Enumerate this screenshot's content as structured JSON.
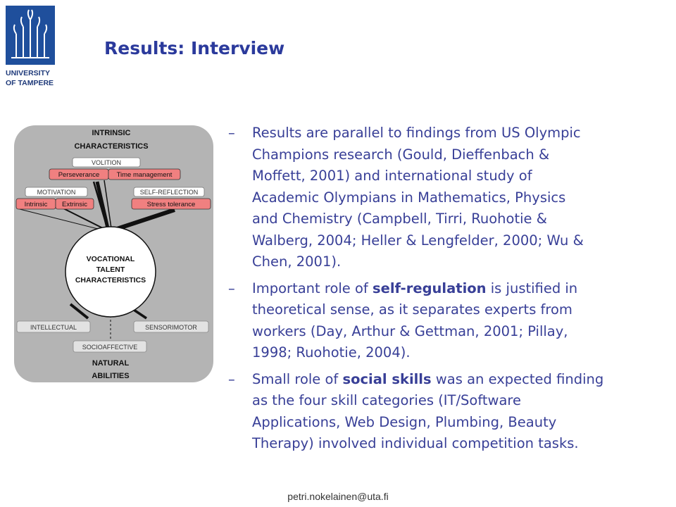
{
  "logo": {
    "line1": "UNIVERSITY",
    "line2": "OF TAMPERE",
    "brand_color": "#1f4f9c"
  },
  "slide": {
    "title": "Results: Interview",
    "title_color": "#2b3a9c",
    "text_color": "#383f97",
    "bullets": [
      {
        "dash": "–",
        "text": "Results are parallel to findings from US Olympic\nChampions research (Gould, Dieffenbach &\nMoffett, 2001) and international study of\nAcademic Olympians in Mathematics, Physics\nand Chemistry (Campbell, Tirri, Ruohotie &\nWalberg, 2004; Heller & Lengfelder, 2000; Wu &\nChen, 2001)."
      },
      {
        "dash": "–",
        "before": "Important role of ",
        "bold": "self-regulation",
        "after": " is justified in\ntheoretical sense, as it separates experts from\nworkers (Day, Arthur & Gettman, 2001; Pillay,\n1998; Ruohotie, 2004)."
      },
      {
        "dash": "–",
        "before": "Small role of ",
        "bold": "social skills",
        "after": " was an expected finding\nas the four skill categories (IT/Software\nApplications, Web Design, Plumbing, Beauty\nTherapy) involved individual competition tasks."
      }
    ]
  },
  "diagram": {
    "top_heading_1": "INTRINSIC",
    "top_heading_2": "CHARACTERISTICS",
    "volition": "VOLITION",
    "perseverance": "Perseverance",
    "time_management": "Time management",
    "motivation": "MOTIVATION",
    "intrinsic": "Intrinsic",
    "extrinsic": "Extrinsic",
    "self_reflection": "SELF-REFLECTION",
    "stress_tolerance": "Stress tolerance",
    "center_1": "VOCATIONAL",
    "center_2": "TALENT",
    "center_3": "CHARACTERISTICS",
    "intellectual": "INTELLECTUAL",
    "sensorimotor": "SENSORIMOTOR",
    "socioaffective": "SOCIOAFFECTIVE",
    "bottom_heading_1": "NATURAL",
    "bottom_heading_2": "ABILITIES",
    "panel_color": "#b4b4b4",
    "highlight_color": "#f08080"
  },
  "footer": {
    "email": "petri.nokelainen@uta.fi"
  }
}
